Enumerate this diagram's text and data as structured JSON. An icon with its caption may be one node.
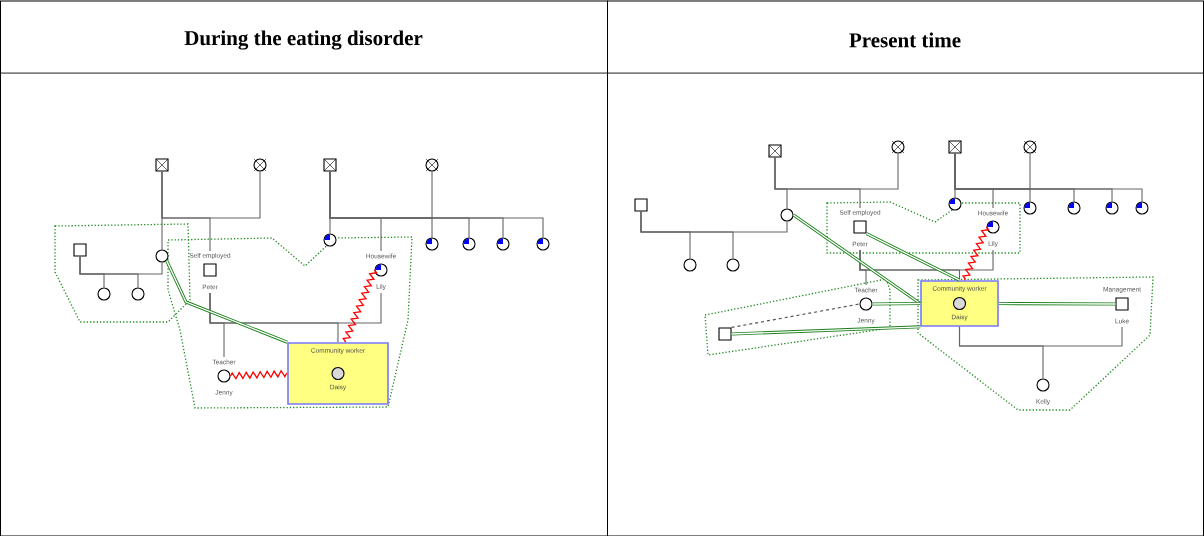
{
  "diagram": {
    "nodes": [
      {
        "text": [
          "During the eating disorder"
        ]
      },
      {
        "text": [],
        "shape": "box",
        "in": 0
      },
      {
        "text": [],
        "shape": "circle",
        "in": 0
      },
      {
        "text": [],
        "shape": "box",
        "in": 0
      },
      {
        "text": [],
        "shape": "circle",
        "in": 0
      },
      {
        "text": [],
        "shape": "box",
        "in": 0
      },
      {
        "text": [],
        "shape": "circle",
        "in": 0
      },
      {
        "text": [
          "Self employed",
          "Peter"
        ],
        "in": 0
      },
      {
        "text": [],
        "shape": "circle",
        "in": 0
      },
      {
        "text": [
          "Housewife",
          "Lily"
        ],
        "in": 0
      },
      {
        "text": [],
        "shape": "circle",
        "in": 0
      },
      {
        "text": [],
        "shape": "circle",
        "in": 0
      },
      {
        "text": [],
        "shape": "circle",
        "in": 0
      },
      {
        "text": [],
        "shape": "circle",
        "in": 0
      },
      {
        "text": [],
        "shape": "circle",
        "in": 0
      },
      {
        "text": [],
        "shape": "circle",
        "in": 0
      },
      {
        "text": [
          "Teacher",
          "Jenny"
        ],
        "in": 0
      },
      {
        "text": [
          "Community worker",
          "Daisy"
        ],
        "in": 0
      },
      {
        "text": [
          "Present time"
        ]
      },
      {
        "text": [],
        "shape": "box",
        "in": 18
      },
      {
        "text": [],
        "shape": "circle",
        "in": 18
      },
      {
        "text": [],
        "shape": "box",
        "in": 18
      },
      {
        "text": [],
        "shape": "circle",
        "in": 18
      },
      {
        "text": [],
        "shape": "box",
        "in": 18
      },
      {
        "text": [],
        "shape": "circle",
        "in": 18
      },
      {
        "text": [
          "Self employed",
          "Peter"
        ],
        "in": 18
      },
      {
        "text": [],
        "shape": "circle",
        "in": 18
      },
      {
        "text": [
          "Housewife",
          "Lily"
        ],
        "in": 18
      },
      {
        "text": [],
        "shape": "circle",
        "in": 18
      },
      {
        "text": [],
        "shape": "circle",
        "in": 18
      },
      {
        "text": [],
        "shape": "circle",
        "in": 18
      },
      {
        "text": [],
        "shape": "circle",
        "in": 18
      },
      {
        "text": [],
        "shape": "circle",
        "in": 18
      },
      {
        "text": [],
        "shape": "circle",
        "in": 18
      },
      {
        "text": [
          "Teacher",
          "Jenny"
        ],
        "in": 18
      },
      {
        "text": [
          "Community worker",
          "Daisy"
        ],
        "in": 18
      },
      {
        "text": [
          "Management",
          "Luke"
        ],
        "in": 18
      },
      {
        "text": [],
        "shape": "box",
        "in": 18
      },
      {
        "text": [
          "Kelly"
        ],
        "in": 18
      }
    ],
    "edges": [
      {
        "from": 1,
        "to": 2,
        "arrow": "none"
      },
      {
        "from": 1,
        "to": 6,
        "arrow": "none"
      },
      {
        "from": 1,
        "to": 7,
        "arrow": "none"
      },
      {
        "from": 3,
        "to": 4,
        "arrow": "none"
      },
      {
        "from": 3,
        "to": 8,
        "arrow": "none"
      },
      {
        "from": 3,
        "to": 9,
        "arrow": "none"
      },
      {
        "from": 3,
        "to": 10,
        "arrow": "none"
      },
      {
        "from": 3,
        "to": 11,
        "arrow": "none"
      },
      {
        "from": 3,
        "to": 12,
        "arrow": "none"
      },
      {
        "from": 3,
        "to": 13,
        "arrow": "none"
      },
      {
        "from": 5,
        "to": 6,
        "arrow": "none"
      },
      {
        "from": 5,
        "to": 14,
        "arrow": "none"
      },
      {
        "from": 5,
        "to": 15,
        "arrow": "none"
      },
      {
        "from": 7,
        "to": 9,
        "arrow": "none"
      },
      {
        "from": 7,
        "to": 16,
        "arrow": "none"
      },
      {
        "from": 7,
        "to": 17,
        "arrow": "none"
      },
      {
        "from": 6,
        "to": 17,
        "arrow": "none",
        "style": "thick",
        "color": "#1a7f1a"
      },
      {
        "from": 16,
        "to": 17,
        "arrow": "none",
        "color": "#ff0000"
      },
      {
        "from": 9,
        "to": 17,
        "arrow": "none",
        "color": "#ff0000"
      },
      {
        "from": 19,
        "to": 20,
        "arrow": "none"
      },
      {
        "from": 19,
        "to": 24,
        "arrow": "none"
      },
      {
        "from": 19,
        "to": 25,
        "arrow": "none"
      },
      {
        "from": 21,
        "to": 22,
        "arrow": "none"
      },
      {
        "from": 21,
        "to": 26,
        "arrow": "none"
      },
      {
        "from": 21,
        "to": 27,
        "arrow": "none"
      },
      {
        "from": 21,
        "to": 28,
        "arrow": "none"
      },
      {
        "from": 21,
        "to": 29,
        "arrow": "none"
      },
      {
        "from": 21,
        "to": 30,
        "arrow": "none"
      },
      {
        "from": 21,
        "to": 31,
        "arrow": "none"
      },
      {
        "from": 23,
        "to": 24,
        "arrow": "none"
      },
      {
        "from": 23,
        "to": 32,
        "arrow": "none"
      },
      {
        "from": 23,
        "to": 33,
        "arrow": "none"
      },
      {
        "from": 25,
        "to": 27,
        "arrow": "none"
      },
      {
        "from": 25,
        "to": 34,
        "arrow": "none"
      },
      {
        "from": 25,
        "to": 35,
        "arrow": "none"
      },
      {
        "from": 35,
        "to": 36,
        "arrow": "none"
      },
      {
        "from": 35,
        "to": 38,
        "arrow": "none"
      },
      {
        "from": 24,
        "to": 35,
        "arrow": "none",
        "style": "thick",
        "color": "#1a7f1a"
      },
      {
        "from": 25,
        "to": 35,
        "arrow": "none",
        "style": "thick",
        "color": "#1a7f1a"
      },
      {
        "from": 34,
        "to": 35,
        "arrow": "none",
        "style": "thick",
        "color": "#1a7f1a"
      },
      {
        "from": 37,
        "to": 35,
        "arrow": "none",
        "style": "thick",
        "color": "#1a7f1a"
      },
      {
        "from": 36,
        "to": 35,
        "arrow": "none",
        "style": "thick",
        "color": "#1a7f1a"
      },
      {
        "from": 27,
        "to": 35,
        "arrow": "none",
        "color": "#ff0000"
      },
      {
        "from": 37,
        "to": 34,
        "arrow": "none",
        "style": "dashed",
        "color": "#555555"
      }
    ]
  }
}
